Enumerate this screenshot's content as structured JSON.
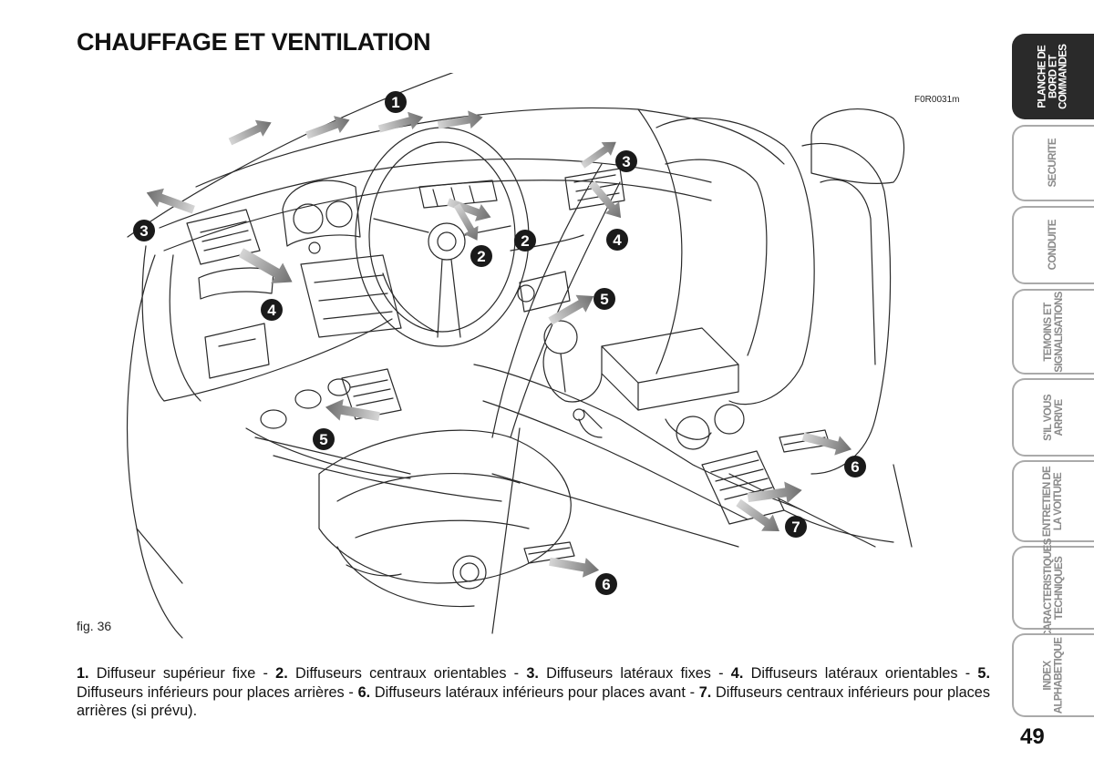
{
  "page": {
    "title": "CHAUFFAGE ET VENTILATION",
    "figure_code": "F0R0031m",
    "figure_label": "fig. 36",
    "page_number": "49"
  },
  "caption": [
    {
      "num": "1.",
      "text": " Diffuseur supérieur fixe - "
    },
    {
      "num": "2.",
      "text": " Diffuseurs centraux orientables - "
    },
    {
      "num": "3.",
      "text": " Diffuseurs latéraux fixes - "
    },
    {
      "num": "4.",
      "text": " Diffuseurs latéraux orientables - "
    },
    {
      "num": "5.",
      "text": " Diffuseurs inférieurs pour places arrières - "
    },
    {
      "num": "6.",
      "text": " Diffuseurs latéraux inférieurs pour places avant - "
    },
    {
      "num": "7.",
      "text": " Diffuseurs centraux inférieurs pour places arrières (si prévu)."
    }
  ],
  "callouts": {
    "c1": "1",
    "c2a": "2",
    "c2b": "2",
    "c3a": "3",
    "c3b": "3",
    "c4a": "4",
    "c4b": "4",
    "c5a": "5",
    "c5b": "5",
    "c6a": "6",
    "c6b": "6",
    "c7": "7"
  },
  "side_tabs": [
    {
      "label": "PLANCHE DE\nBORD ET\nCOMMANDES",
      "active": true
    },
    {
      "label": "SECURITE",
      "active": false
    },
    {
      "label": "CONDUITE",
      "active": false
    },
    {
      "label": "TEMOINS ET\nSIGNALISATIONS",
      "active": false
    },
    {
      "label": "S'IL VOUS\nARRIVE",
      "active": false
    },
    {
      "label": "ENTRETIEN DE\nLA VOITURE",
      "active": false
    },
    {
      "label": "CARACTERISTIQUES\nTECHNIQUES",
      "active": false
    },
    {
      "label": "INDEX\nALPHABETIQUE",
      "active": false
    }
  ],
  "colors": {
    "active_tab": "#2a2a2a",
    "inactive_tab_text": "#8a8a8a",
    "tab_border": "#aaaaaa",
    "arrow_gray": "#8c8c8c"
  }
}
